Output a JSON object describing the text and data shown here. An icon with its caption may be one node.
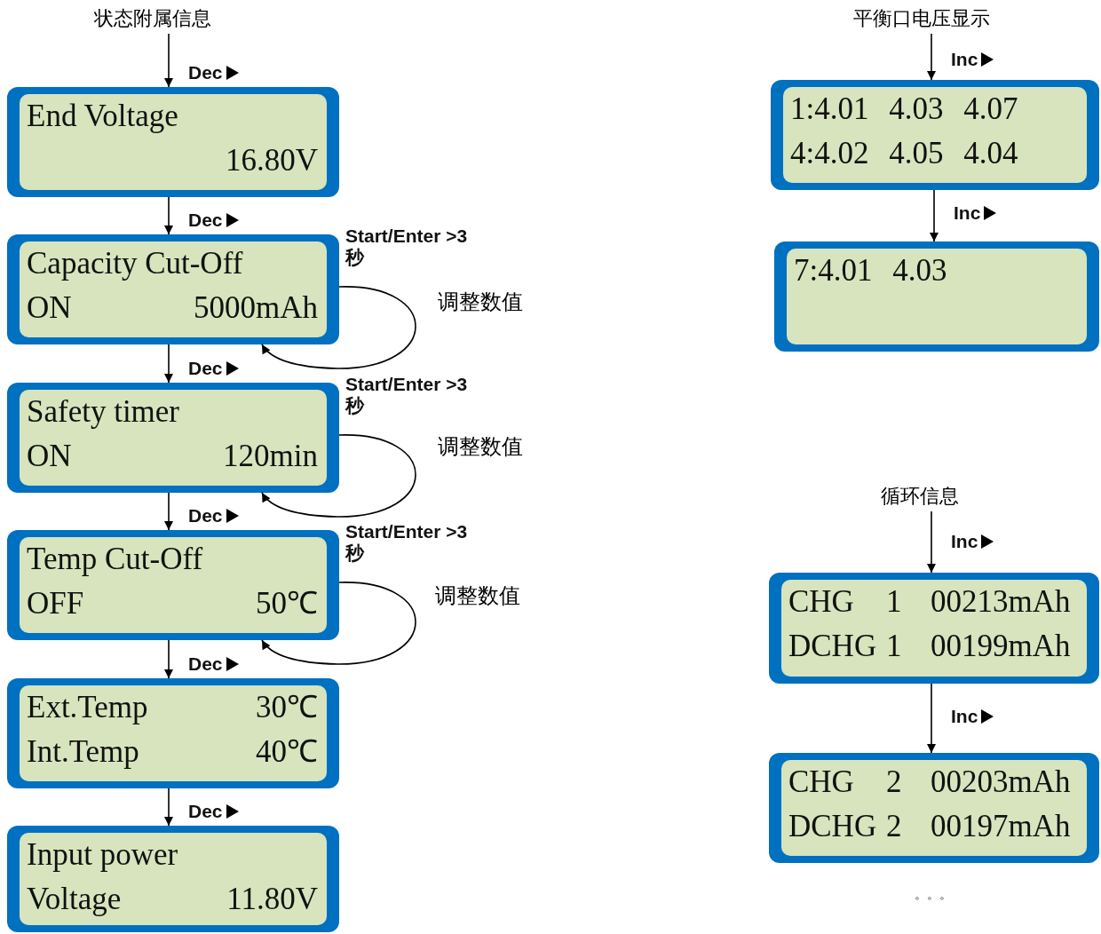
{
  "diagram": {
    "nodes": [
      {
        "text": [
          "状态附属信息"
        ]
      },
      {
        "text": [
          "End Voltage",
          "16.80V"
        ]
      },
      {
        "text": [
          "Capacity Cut-Off",
          "ON",
          "5000mAh"
        ]
      },
      {
        "text": [
          "Safety timer",
          "ON",
          "120min"
        ]
      },
      {
        "text": [
          "Temp Cut-Off",
          "OFF",
          "50℃"
        ]
      },
      {
        "text": [
          "Ext.Temp",
          "30℃",
          "Int.Temp",
          "40℃"
        ]
      },
      {
        "text": [
          "Input power",
          "Voltage",
          "11.80V"
        ]
      },
      {
        "text": [
          "平衡口电压显示"
        ]
      },
      {
        "text": [
          "1:4.01 4.03 4.07",
          "4:4.02 4.05 4.04"
        ]
      },
      {
        "text": [
          "7:4.01 4.03"
        ]
      },
      {
        "text": [
          "循环信息"
        ]
      },
      {
        "text": [
          "CHG",
          "1",
          "00213mAh",
          "DCHG",
          "1",
          "00199mAh"
        ]
      },
      {
        "text": [
          "CHG",
          "2",
          "00203mAh",
          "DCHG",
          "2",
          "00197mAh"
        ]
      }
    ],
    "edges": [
      {
        "from": 0,
        "to": 1,
        "arrow": "to",
        "label": "Dec"
      },
      {
        "from": 1,
        "to": 2,
        "arrow": "to",
        "label": "Dec"
      },
      {
        "from": 2,
        "to": 2,
        "arrow": "to",
        "label": "Start/Enter >3 秒"
      },
      {
        "from": 2,
        "to": 3,
        "arrow": "to",
        "label": "Dec"
      },
      {
        "from": 3,
        "to": 3,
        "arrow": "to",
        "label": "Start/Enter >3 秒"
      },
      {
        "from": 3,
        "to": 4,
        "arrow": "to",
        "label": "Dec"
      },
      {
        "from": 4,
        "to": 4,
        "arrow": "to",
        "label": "Start/Enter >3 秒"
      },
      {
        "from": 4,
        "to": 5,
        "arrow": "to",
        "label": "Dec"
      },
      {
        "from": 5,
        "to": 6,
        "arrow": "to",
        "label": "Dec"
      },
      {
        "from": 7,
        "to": 8,
        "arrow": "to",
        "label": "Inc"
      },
      {
        "from": 8,
        "to": 9,
        "arrow": "to",
        "label": "Inc"
      },
      {
        "from": 10,
        "to": 11,
        "arrow": "to",
        "label": "Inc"
      },
      {
        "from": 11,
        "to": 12,
        "arrow": "to",
        "label": "Inc"
      }
    ],
    "labels": [
      "调整数值",
      "调整数值",
      "调整数值",
      "。。。"
    ]
  }
}
